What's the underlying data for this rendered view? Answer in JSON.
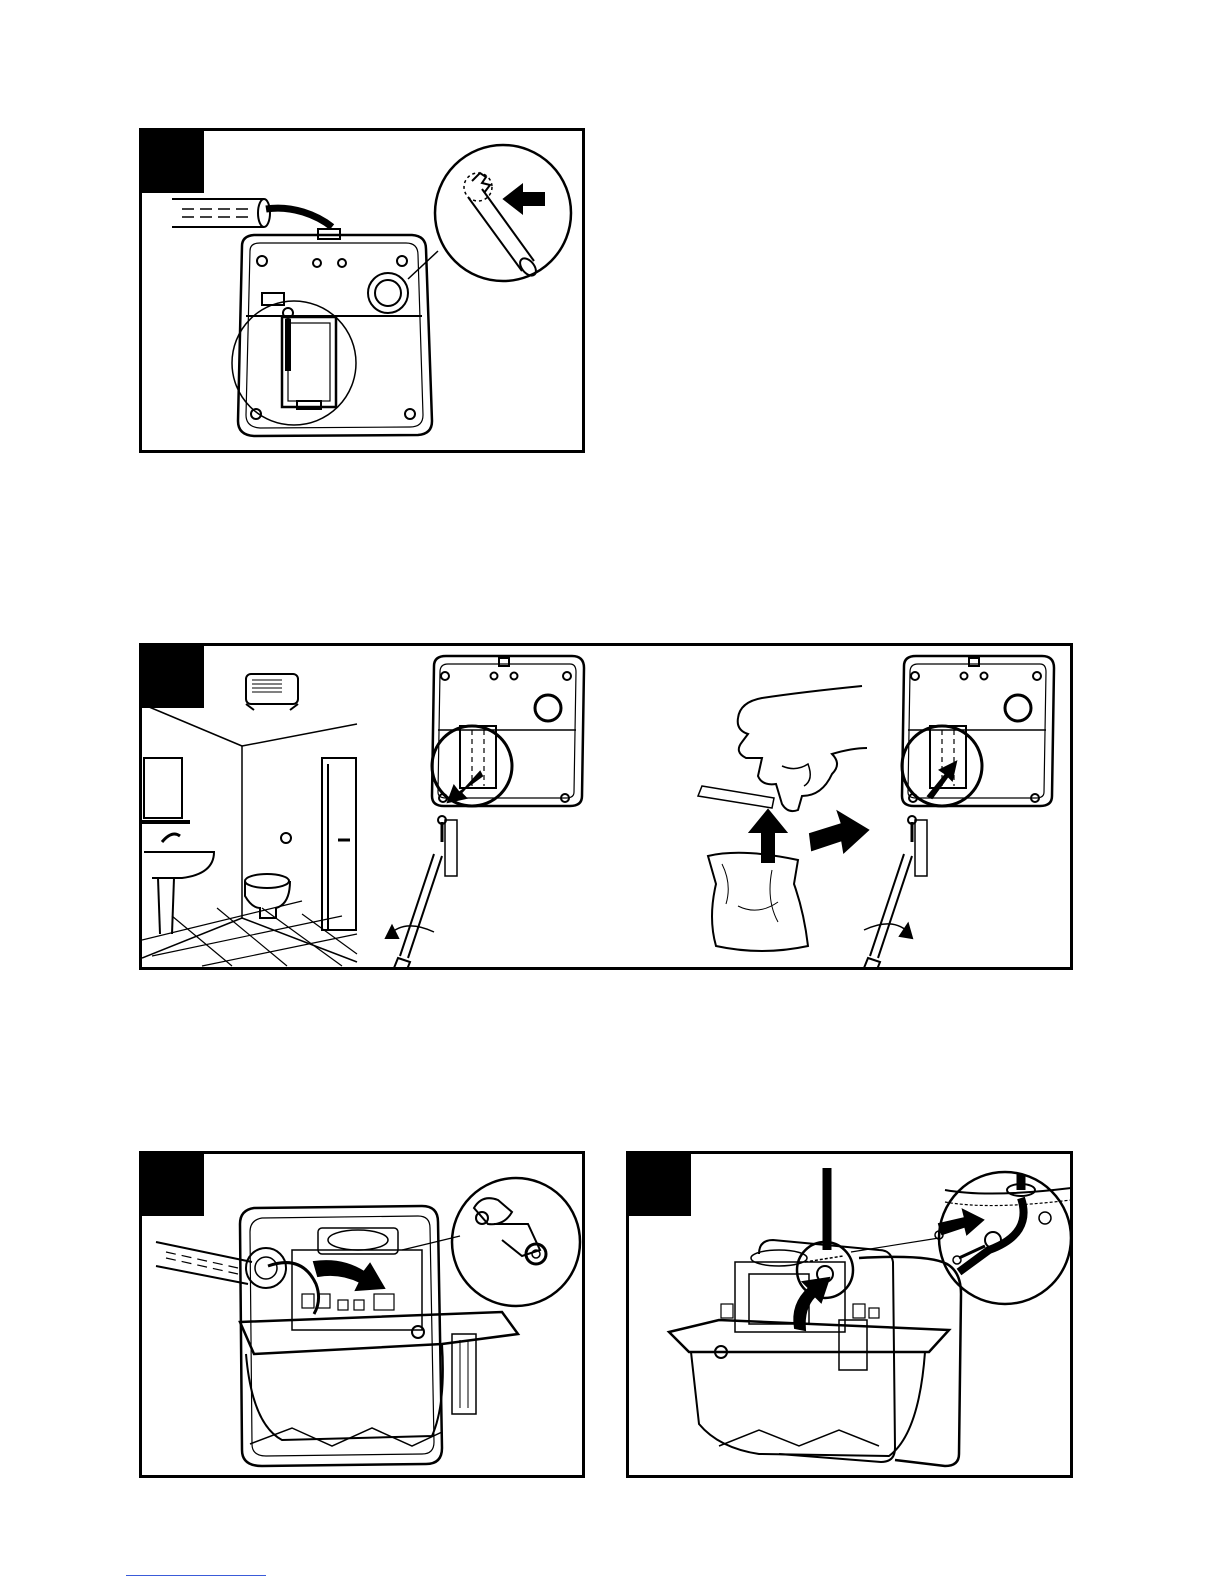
{
  "document": {
    "type": "installation-instructions",
    "panels": [
      {
        "id": "panel-1",
        "step_label": ""
      },
      {
        "id": "panel-2",
        "step_label": ""
      },
      {
        "id": "panel-3",
        "step_label": ""
      },
      {
        "id": "panel-4",
        "step_label": ""
      }
    ]
  },
  "icons": [
    "cable-conduit-icon",
    "screwdriver-icon",
    "arrow-icon",
    "toilet-room-icon",
    "hand-icon",
    "bag-icon",
    "screw-icon"
  ],
  "colors": {
    "ink": "#000000",
    "paper": "#ffffff",
    "link": "#3a5bd9"
  }
}
